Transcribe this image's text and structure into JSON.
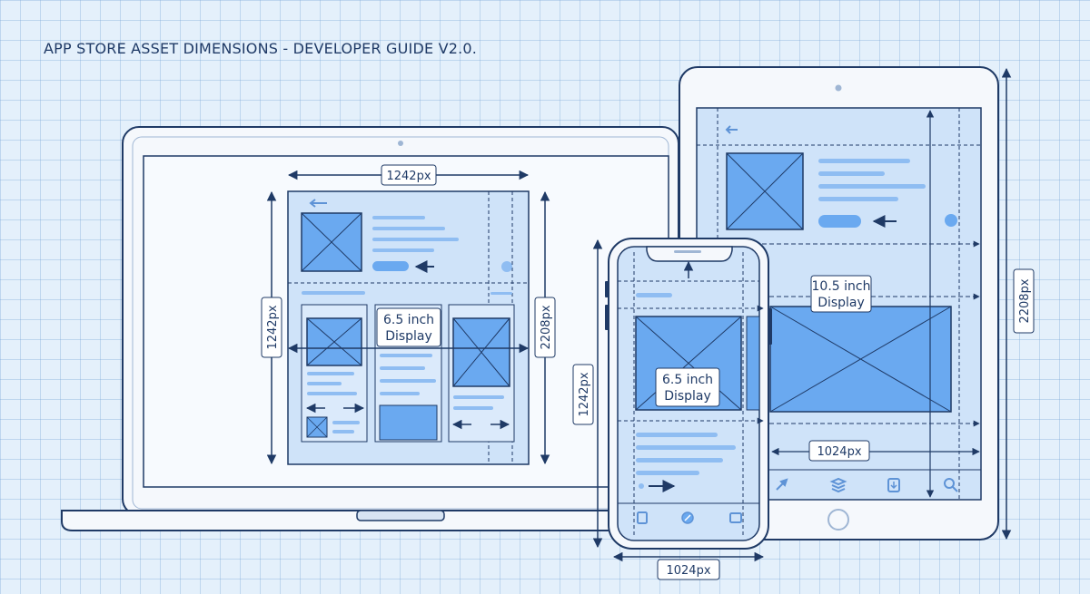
{
  "title": "APP STORE ASSET DIMENSIONS - DEVELOPER GUIDE V2.0.",
  "laptop": {
    "width_label": "1242px",
    "height_left_label": "1242px",
    "height_right_label": "2208px",
    "display_label_line1": "6.5 inch",
    "display_label_line2": "Display"
  },
  "phone": {
    "height_label": "1242px",
    "width_label": "1024px",
    "display_label_line1": "6.5 inch",
    "display_label_line2": "Display"
  },
  "tablet": {
    "height_label": "2208px",
    "width_label": "1024px",
    "display_label_line1": "10.5 inch",
    "display_label_line2": "Display"
  },
  "colors": {
    "outline": "#1f3a66",
    "accent": "#6aa9f0",
    "screen_fill": "#cfe3f9",
    "device_fill": "#f5f8fc"
  }
}
